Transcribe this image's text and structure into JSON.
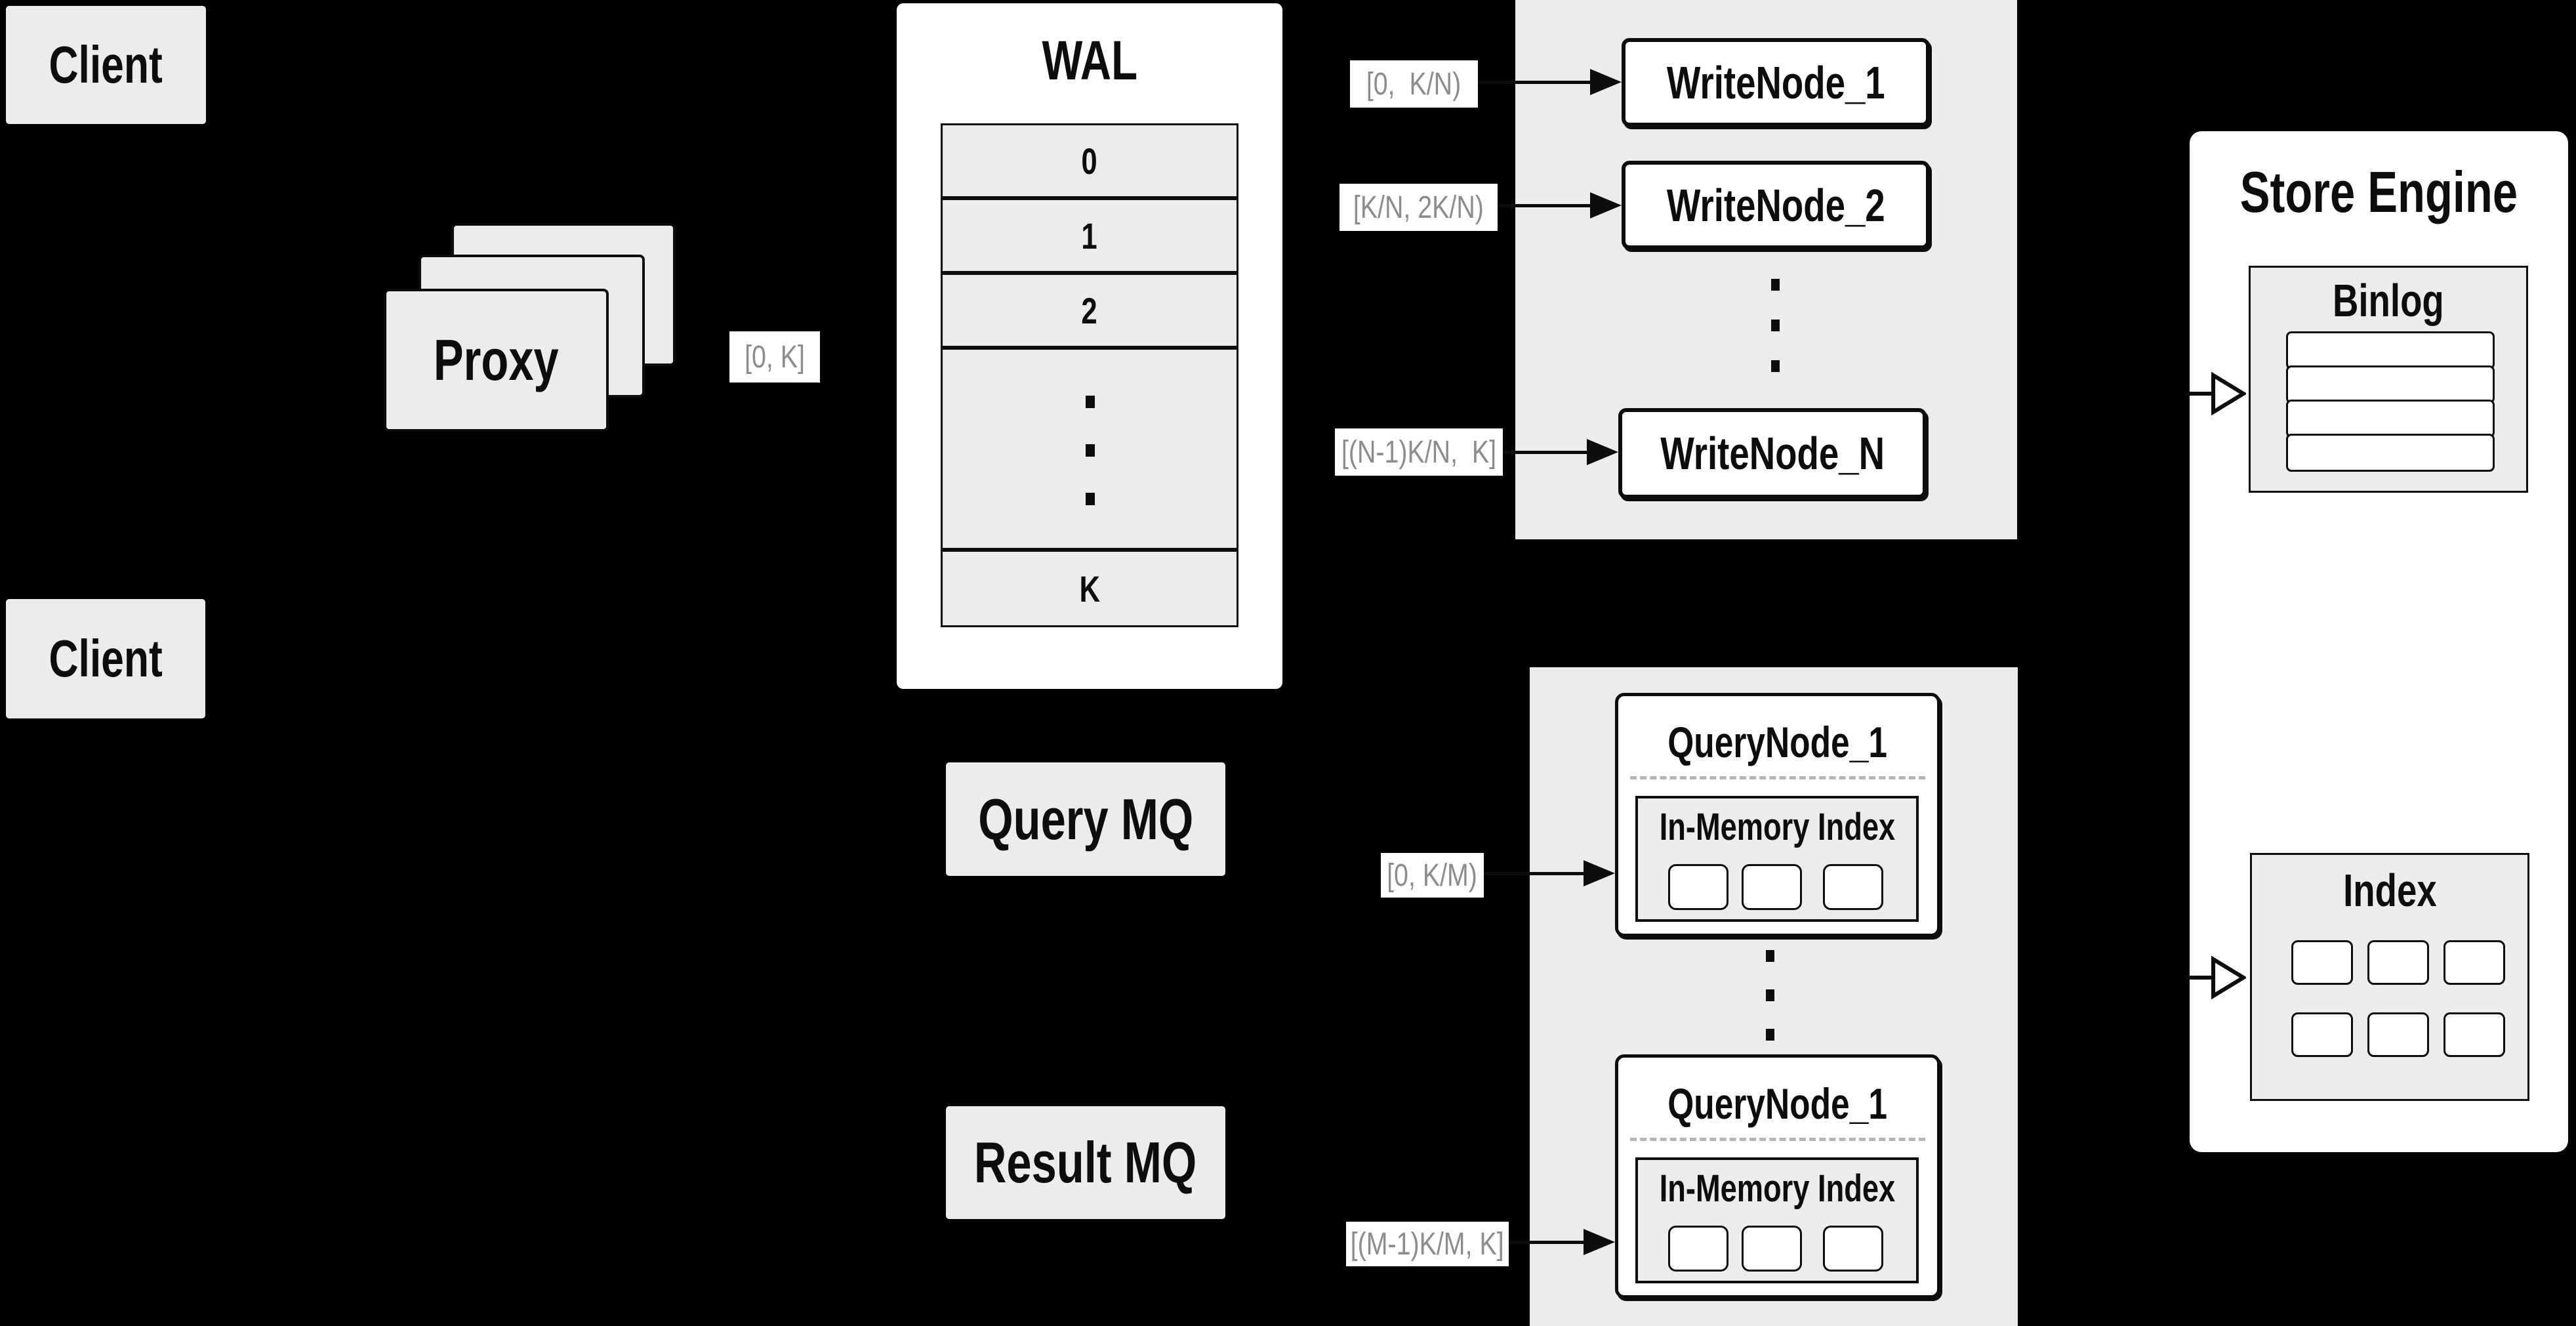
{
  "clients": {
    "top": "Client",
    "bottom": "Client"
  },
  "proxy": {
    "label": "Proxy",
    "range_label": "[0, K]"
  },
  "wal": {
    "title": "WAL",
    "segments": [
      "0",
      "1",
      "2",
      "K"
    ]
  },
  "write": {
    "nodes": [
      "WriteNode_1",
      "WriteNode_2",
      "WriteNode_N"
    ],
    "labels": [
      "[0,  K/N)",
      "[K/N, 2K/N)",
      "[(N-1)K/N,  K]"
    ]
  },
  "store": {
    "title": "Store Engine",
    "binlog": "Binlog",
    "index": "Index"
  },
  "mq": {
    "query": "Query MQ",
    "result": "Result MQ"
  },
  "query": {
    "nodes": [
      {
        "title": "QueryNode_1",
        "inmem": "In-Memory Index"
      },
      {
        "title": "QueryNode_1",
        "inmem": "In-Memory Index"
      }
    ],
    "labels": [
      "[0, K/M)",
      "[(M-1)K/M, K]"
    ]
  },
  "colors": {
    "background": "#000000",
    "panel_gray": "#ececec",
    "box_white": "#ffffff",
    "label_text": "#8c8c8c",
    "line_black": "#0d0d0d",
    "dashed_separator": "#b5b5b5"
  }
}
